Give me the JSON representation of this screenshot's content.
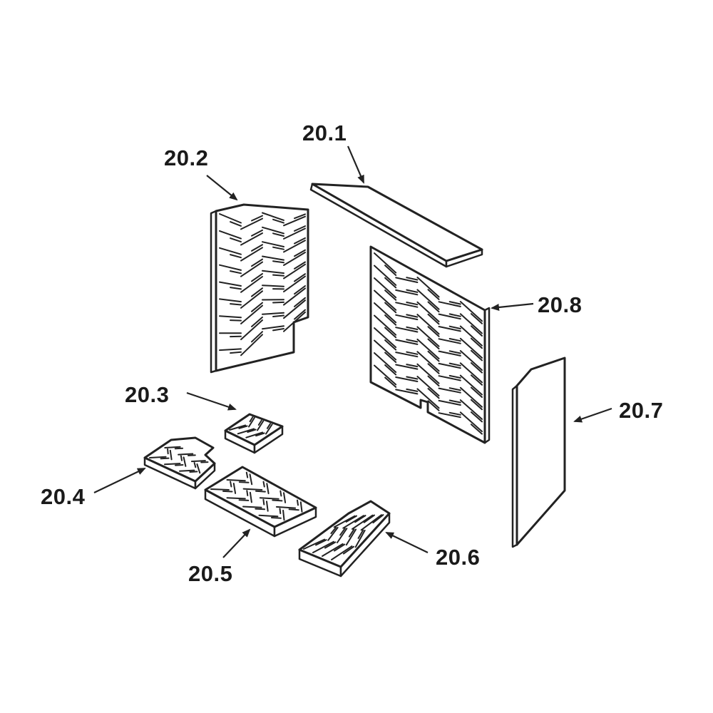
{
  "labels": {
    "p20_1": "20.1",
    "p20_2": "20.2",
    "p20_3": "20.3",
    "p20_4": "20.4",
    "p20_5": "20.5",
    "p20_6": "20.6",
    "p20_7": "20.7",
    "p20_8": "20.8"
  },
  "colors": {
    "line": "#222222",
    "fill": "#ffffff",
    "text": "#1a1a1a"
  }
}
